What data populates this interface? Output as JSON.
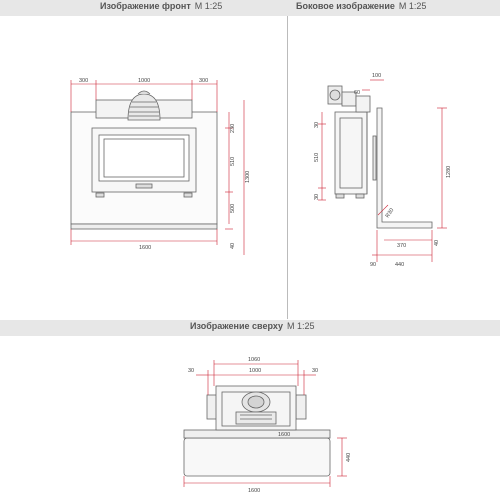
{
  "front": {
    "title": "Изображение фронт",
    "scale": "M 1:25",
    "dims": {
      "top_left": "300",
      "top_mid": "1000",
      "top_right": "300",
      "width_bottom": "1600",
      "h_window_top": "230",
      "h_window": "510",
      "h_base": "500",
      "h_foot": "40",
      "h_total": "1300"
    }
  },
  "side": {
    "title": "Боковое изображение",
    "scale": "M 1:25",
    "dims": {
      "top_a": "100",
      "top_b": "60",
      "left_30a": "30",
      "left_510": "510",
      "left_30b": "30",
      "diag": "R30",
      "h_total": "1280",
      "depth_370": "370",
      "h_40": "40",
      "bottom_90": "90",
      "bottom_440": "440"
    }
  },
  "top": {
    "title": "Изображение сверху",
    "scale": "M 1:25",
    "dims": {
      "w_1060": "1060",
      "w_1000": "1000",
      "side_left_30": "30",
      "side_right_30": "30",
      "inner_1600": "1600",
      "bottom_1600": "1600",
      "depth_440": "440"
    }
  },
  "colors": {
    "dimension": "#cc2233",
    "outline": "#555555",
    "band": "#e7e7e7"
  }
}
